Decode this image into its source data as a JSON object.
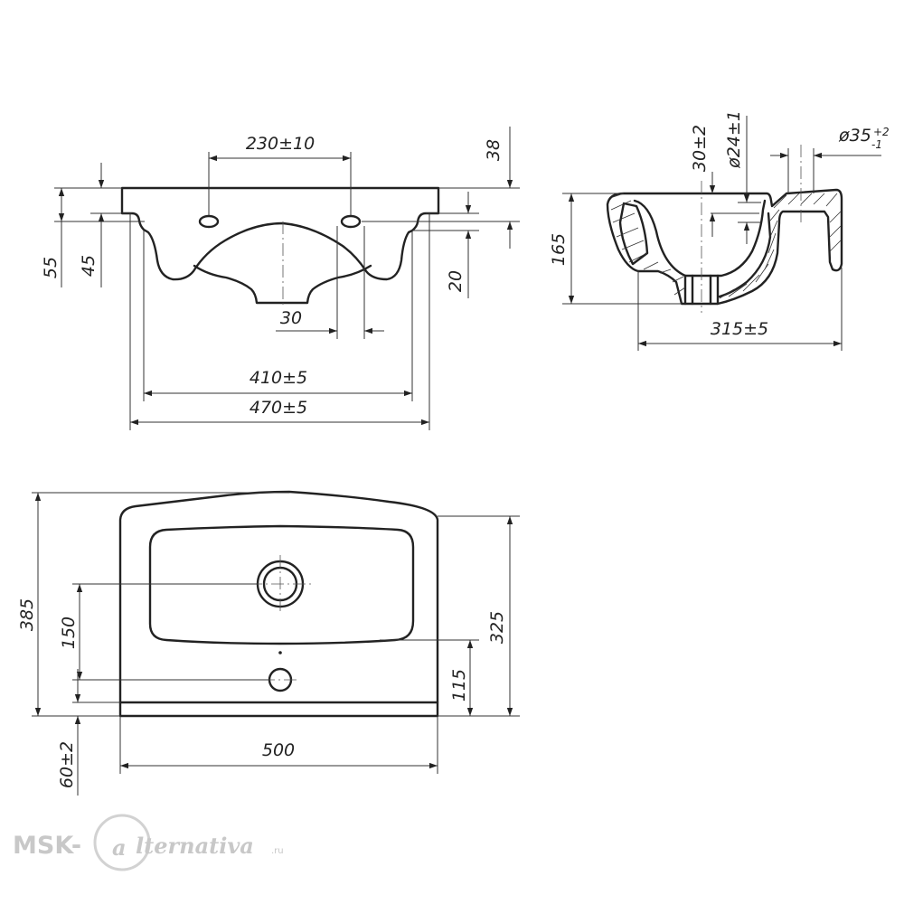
{
  "front_view": {
    "dims": {
      "hole_spacing": "230±10",
      "height_38": "38",
      "height_55": "55",
      "height_45": "45",
      "height_20": "20",
      "width_30": "30",
      "width_410": "410±5",
      "width_470": "470±5"
    }
  },
  "side_view": {
    "dims": {
      "d30": "30±2",
      "d24": "ø24±1",
      "d35": "ø35",
      "d35_tol_upper": "+2",
      "d35_tol_lower": "-1",
      "height_165": "165",
      "depth_315": "315±5"
    }
  },
  "top_view": {
    "dims": {
      "depth_385": "385",
      "depth_150": "150",
      "depth_325": "325",
      "depth_115": "115",
      "front_60": "60±2",
      "width_500": "500"
    }
  },
  "watermark": {
    "left": "MSK-",
    "logo_letter": "a",
    "right": "lternativa",
    "suffix": ".ru"
  }
}
